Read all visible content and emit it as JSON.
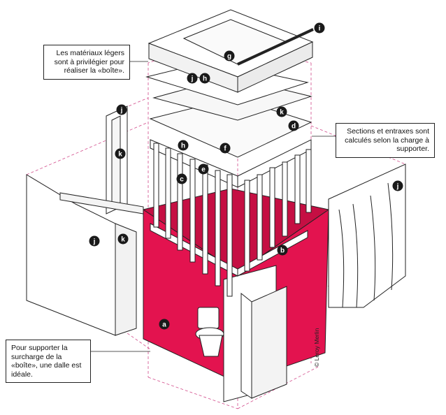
{
  "callouts": {
    "materials": "Les matériaux légers sont à privilégier pour réaliser la «boîte».",
    "sections": "Sections et entraxes sont calculés selon la charge à supporter.",
    "slab": "Pour supporter la surcharge de la «boîte», une dalle est idéale."
  },
  "credit": "© Leroy Merlin",
  "letters": {
    "a": "a",
    "b": "b",
    "c": "c",
    "d": "d",
    "e": "e",
    "f": "f",
    "g": "g",
    "h": "h",
    "i": "i",
    "j": "j",
    "k": "k"
  },
  "colors": {
    "accent": "#e3134f",
    "line": "#222222",
    "dash": "#d24a8a",
    "tag": "#1a1a1a"
  }
}
